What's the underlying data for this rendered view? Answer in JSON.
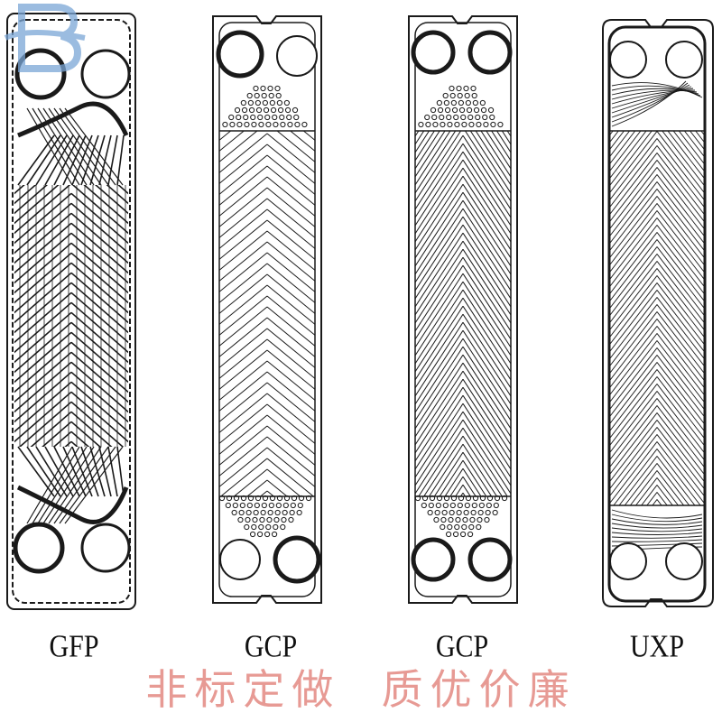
{
  "plates": [
    {
      "label": "GFP",
      "style": "gfp"
    },
    {
      "label": "GCP",
      "style": "gcp1"
    },
    {
      "label": "GCP",
      "style": "gcp2"
    },
    {
      "label": "UXP",
      "style": "uxp"
    }
  ],
  "slogan": "非标定做  质优价廉",
  "colors": {
    "line": "#1a1a1a",
    "slogan": "#e79a94",
    "logo": "#7aa6d6"
  },
  "logo_icon": "company-logo-watermark"
}
